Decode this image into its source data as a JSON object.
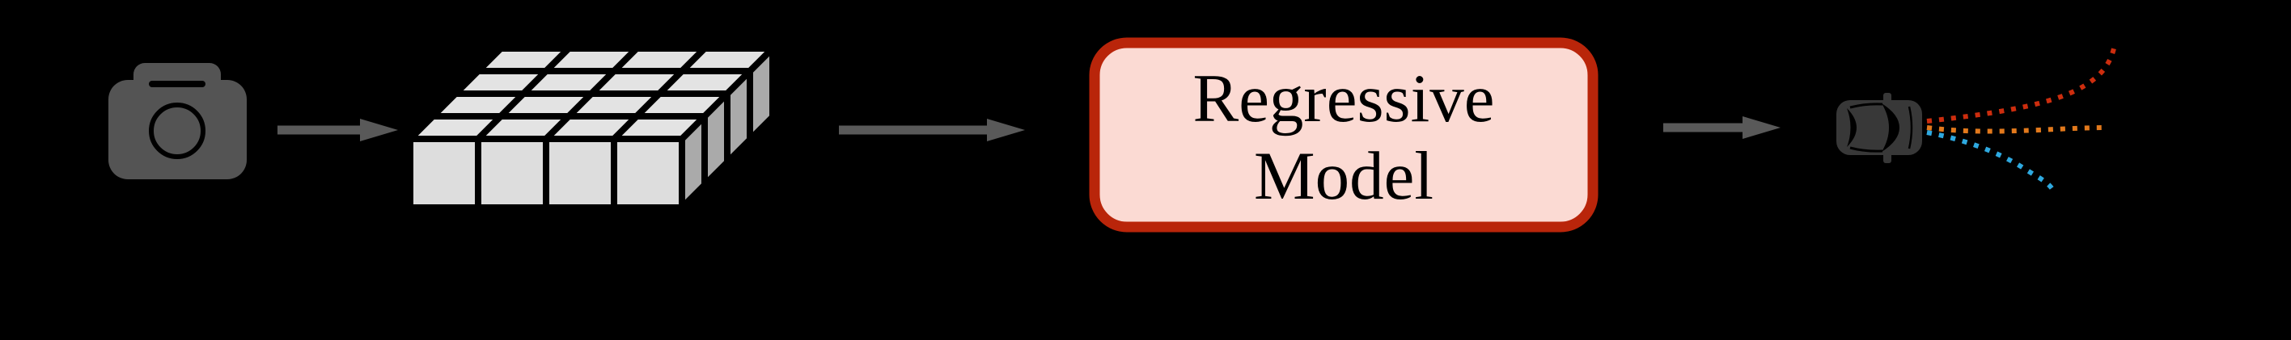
{
  "colors": {
    "background": "#000000",
    "arrow": "#595959",
    "camera": "#545454",
    "camera_detail": "#000000",
    "cube_top": "#E3E3E3",
    "cube_front": "#DDDDDD",
    "cube_side": "#AAAAAA",
    "cube_outline": "#000000",
    "model_fill": "#FBDAD3",
    "model_border": "#B9250A",
    "model_text": "#000000",
    "car": "#383838",
    "car_detail": "#000000",
    "trajectory_red": "#CC2D0E",
    "trajectory_orange": "#E2791C",
    "trajectory_blue": "#2EA9E0"
  },
  "pipeline": {
    "connector": "arrow-right",
    "stages": [
      {
        "name": "camera-input",
        "icon": "camera-icon"
      },
      {
        "name": "feature-grid",
        "icon": "feature-grid-3d",
        "grid": {
          "rows": 4,
          "cols": 4
        }
      },
      {
        "name": "regressive-model",
        "label_lines": [
          "Regressive",
          "Model"
        ]
      },
      {
        "name": "trajectory-output",
        "icon": "car-icon",
        "trajectories": [
          {
            "name": "up-curving-trajectory",
            "color": "#CC2D0E"
          },
          {
            "name": "straight-trajectory",
            "color": "#E2791C"
          },
          {
            "name": "down-curving-trajectory",
            "color": "#2EA9E0"
          }
        ]
      }
    ]
  }
}
